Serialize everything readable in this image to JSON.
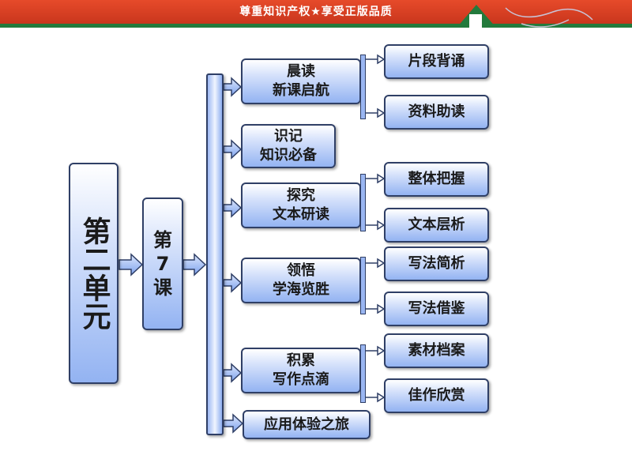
{
  "header": {
    "banner": "尊重知识产权★享受正版品质"
  },
  "unit": {
    "title": "第二单元"
  },
  "lesson": {
    "line1": "第",
    "line2": "7",
    "line3": "课"
  },
  "sections": [
    {
      "title": [
        "晨读",
        "新课启航"
      ],
      "children": [
        "片段背诵",
        "资料助读"
      ]
    },
    {
      "title": [
        "识记",
        "知识必备"
      ],
      "children": []
    },
    {
      "title": [
        "探究",
        "文本研读"
      ],
      "children": [
        "整体把握",
        "文本层析"
      ]
    },
    {
      "title": [
        "领悟",
        "学海览胜"
      ],
      "children": [
        "写法简析",
        "写法借鉴"
      ]
    },
    {
      "title": [
        "积累",
        "写作点滴"
      ],
      "children": [
        "素材档案",
        "佳作欣赏"
      ]
    },
    {
      "title": [
        "应用体验之旅"
      ],
      "children": []
    }
  ],
  "colors": {
    "banner": "#d9421f",
    "banner_stripe": "#237a3c",
    "box_fill": "#93b3f2",
    "box_border": "#2f3f66"
  }
}
